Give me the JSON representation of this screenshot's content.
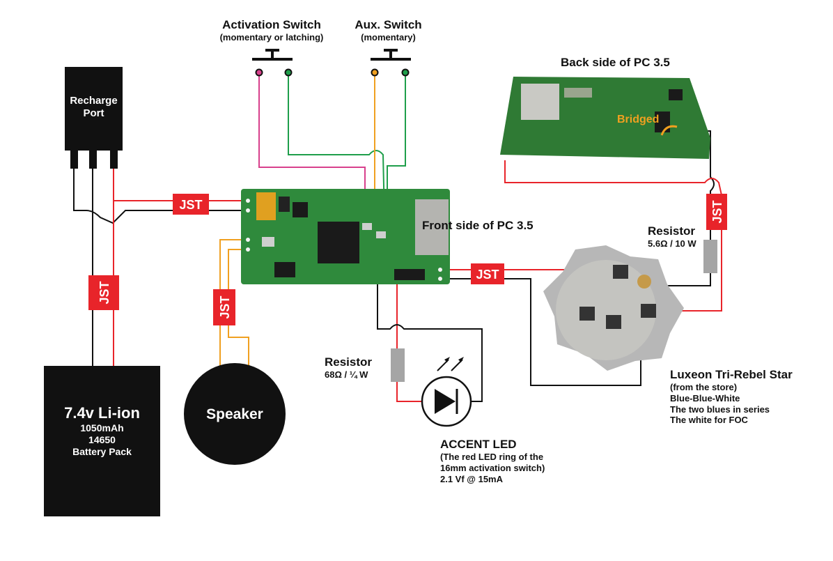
{
  "switches": {
    "activation": {
      "title": "Activation Switch",
      "subtitle": "(momentary or latching)"
    },
    "aux": {
      "title": "Aux. Switch",
      "subtitle": "(momentary)"
    }
  },
  "recharge_port": {
    "line1": "Recharge",
    "line2": "Port"
  },
  "battery": {
    "title": "7.4v Li-ion",
    "line2": "1050mAh",
    "line3": "14650",
    "line4": "Battery Pack"
  },
  "speaker": {
    "label": "Speaker"
  },
  "connectors": {
    "jst_label": "JST"
  },
  "board_front": {
    "label": "Front side of PC 3.5"
  },
  "board_back": {
    "label": "Back side of PC 3.5",
    "bridged": "Bridged"
  },
  "resistor_main": {
    "title": "Resistor",
    "value": "5.6Ω / 10 W"
  },
  "resistor_accent": {
    "title": "Resistor",
    "value": "68Ω / ¼ W"
  },
  "accent_led": {
    "title": "ACCENT LED",
    "line1": "(The red LED ring of the",
    "line2": "16mm activation switch)",
    "line3": "2.1 Vf @ 15mA"
  },
  "luxeon": {
    "title": "Luxeon Tri-Rebel Star",
    "line1": "(from the store)",
    "line2": "Blue-Blue-White",
    "line3": "The two blues in series",
    "line4": "The white for FOC"
  },
  "colors": {
    "red_wire": "#e8242a",
    "black_wire": "#111111",
    "orange_wire": "#f0a020",
    "green_wire": "#1e9e4a",
    "pink_wire": "#d8408c",
    "jst_fill": "#e8242a",
    "pcb_green": "#2f8a3c"
  }
}
